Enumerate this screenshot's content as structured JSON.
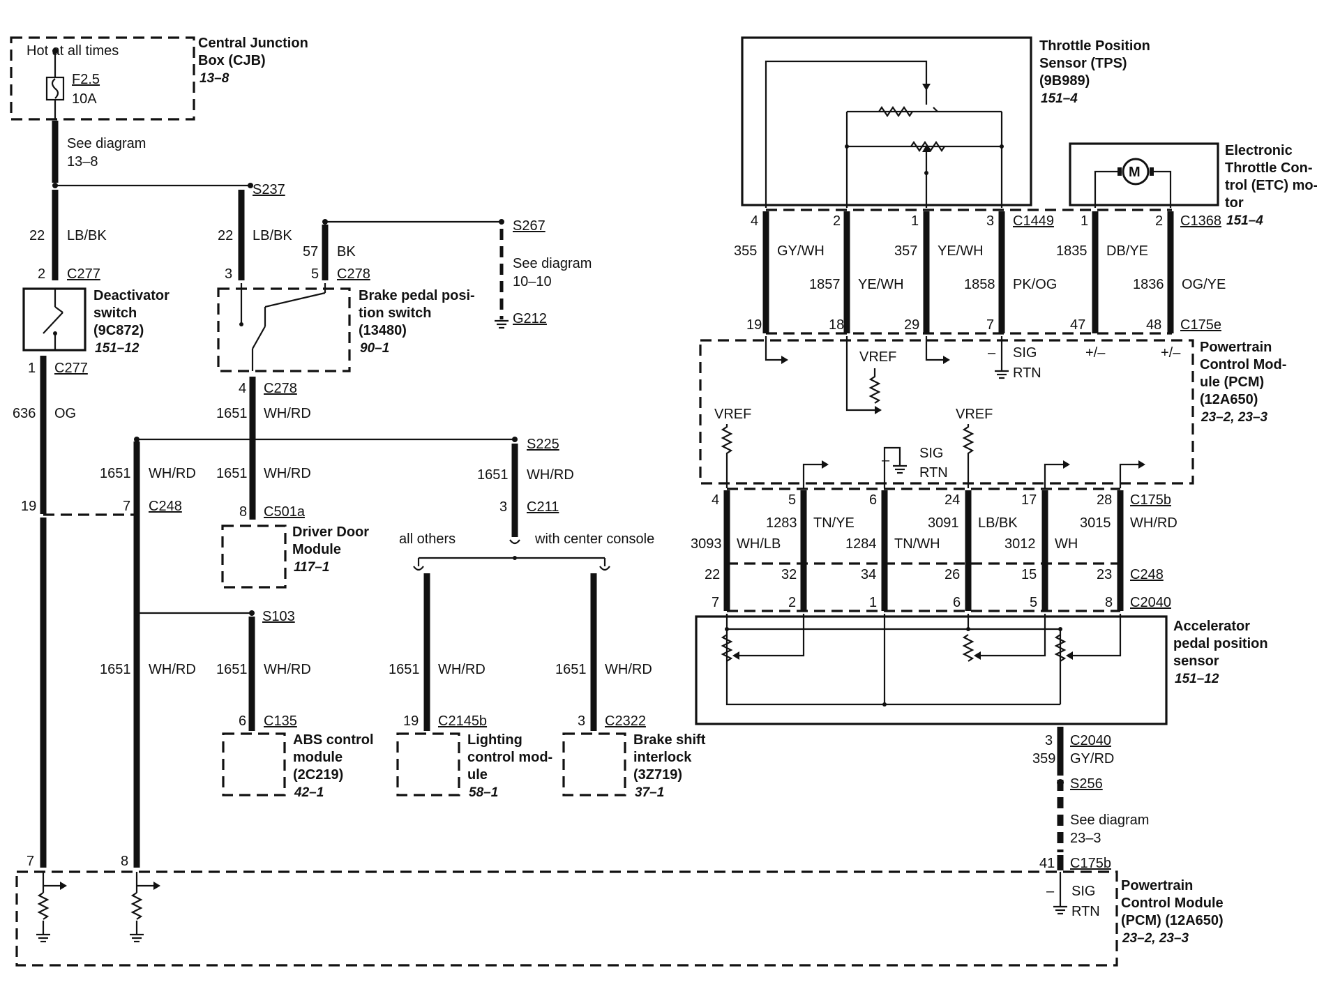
{
  "diagram": {
    "cjb": {
      "hot": "Hot at all times",
      "fuse": "F2.5",
      "amp": "10A",
      "name1": "Central Junction",
      "name2": "Box (CJB)",
      "ref": "13–8",
      "see1": "See diagram",
      "see2": "13–8"
    },
    "splices": {
      "s237": "S237",
      "s267": "S267",
      "g212": "G212",
      "s225": "S225",
      "s103": "S103",
      "s256": "S256"
    },
    "see_10_10": {
      "l1": "See diagram",
      "l2": "10–10"
    },
    "see_23_3": {
      "l1": "See diagram",
      "l2": "23–3"
    },
    "wires": {
      "w22a": {
        "circuit": "22",
        "color": "LB/BK"
      },
      "w22b": {
        "circuit": "22",
        "color": "LB/BK"
      },
      "w57": {
        "circuit": "57",
        "color": "BK"
      },
      "w636": {
        "circuit": "636",
        "color": "OG"
      },
      "w1651": {
        "circuit": "1651",
        "color": "WH/RD"
      },
      "w355": {
        "circuit": "355",
        "color": "GY/WH"
      },
      "w1857": {
        "circuit": "1857",
        "color": "YE/WH"
      },
      "w357": {
        "circuit": "357",
        "color": "YE/WH"
      },
      "w1858": {
        "circuit": "1858",
        "color": "PK/OG"
      },
      "w1835": {
        "circuit": "1835",
        "color": "DB/YE"
      },
      "w1836": {
        "circuit": "1836",
        "color": "OG/YE"
      },
      "w3093": {
        "circuit": "3093",
        "color": "WH/LB"
      },
      "w1283": {
        "circuit": "1283",
        "color": "TN/YE"
      },
      "w1284": {
        "circuit": "1284",
        "color": "TN/WH"
      },
      "w3091": {
        "circuit": "3091",
        "color": "LB/BK"
      },
      "w3012": {
        "circuit": "3012",
        "color": "WH"
      },
      "w3015": {
        "circuit": "3015",
        "color": "WH/RD"
      },
      "w359": {
        "circuit": "359",
        "color": "GY/RD"
      }
    },
    "connectors": {
      "c277": "C277",
      "c278": "C278",
      "c248": "C248",
      "c501a": "C501a",
      "c211": "C211",
      "c135": "C135",
      "c2145b": "C2145b",
      "c2322": "C2322",
      "c1449": "C1449",
      "c1368": "C1368",
      "c175e": "C175e",
      "c175b": "C175b",
      "c2040": "C2040"
    },
    "pins": {
      "p2": "2",
      "p1": "1",
      "p3": "3",
      "p4": "4",
      "p5": "5",
      "p6": "6",
      "p7": "7",
      "p8": "8",
      "p15": "15",
      "p17": "17",
      "p18": "18",
      "p19": "19",
      "p22": "22",
      "p23": "23",
      "p24": "24",
      "p26": "26",
      "p28": "28",
      "p29": "29",
      "p32": "32",
      "p34": "34",
      "p41": "41",
      "p47": "47",
      "p48": "48"
    },
    "components": {
      "deact": {
        "l1": "Deactivator",
        "l2": "switch",
        "l3": "(9C872)",
        "ref": "151–12"
      },
      "brake": {
        "l1": "Brake pedal posi-",
        "l2": "tion switch",
        "l3": "(13480)",
        "ref": "90–1"
      },
      "ddm": {
        "l1": "Driver Door",
        "l2": "Module",
        "ref": "117–1"
      },
      "abs": {
        "l1": "ABS control",
        "l2": "module",
        "l3": "(2C219)",
        "ref": "42–1"
      },
      "lcm": {
        "l1": "Lighting",
        "l2": "control mod-",
        "l3": "ule",
        "ref": "58–1"
      },
      "bsi": {
        "l1": "Brake shift",
        "l2": "interlock",
        "l3": "(3Z719)",
        "ref": "37–1"
      },
      "tps": {
        "l1": "Throttle Position",
        "l2": "Sensor (TPS)",
        "l3": "(9B989)",
        "ref": "151–4"
      },
      "etc": {
        "l1": "Electronic",
        "l2": "Throttle Con-",
        "l3": "trol (ETC) mo-",
        "l4": "tor",
        "ref": "151–4"
      },
      "pcm_top": {
        "l1": "Powertrain",
        "l2": "Control Mod-",
        "l3": "ule (PCM)",
        "l4": "(12A650)",
        "ref": "23–2, 23–3"
      },
      "app": {
        "l1": "Accelerator",
        "l2": "pedal position",
        "l3": "sensor",
        "ref": "151–12"
      },
      "pcm_bot": {
        "l1": "Powertrain",
        "l2": "Control Module",
        "l3": "(PCM) (12A650)",
        "ref": "23–2, 23–3"
      }
    },
    "branch": {
      "all_others": "all others",
      "with_console": "with center console"
    },
    "pcm_labels": {
      "vref": "VREF",
      "sig": "SIG",
      "rtn": "RTN",
      "minus": "–",
      "pm": "+/–",
      "motor": "M"
    }
  }
}
